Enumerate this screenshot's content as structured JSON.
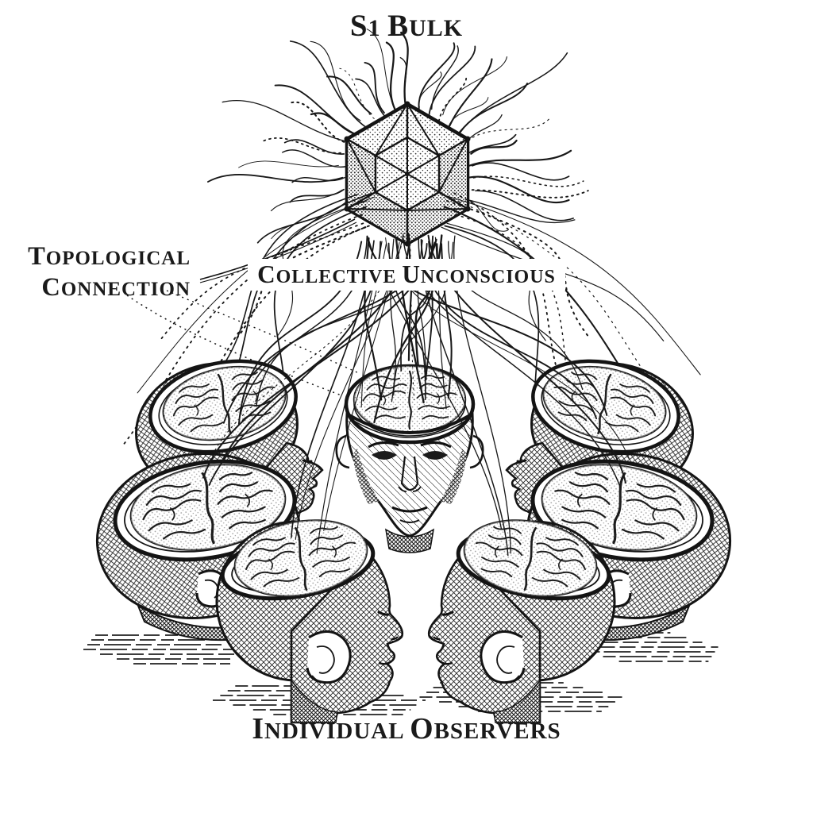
{
  "page": {
    "background": "#ffffff",
    "ink": "#161616"
  },
  "title": {
    "text": "S1 Bulk"
  },
  "labels": {
    "topological": {
      "line1": "Topological",
      "line2": "Connection"
    },
    "collective": {
      "text": "Collective Unconscious"
    },
    "individual": {
      "text": "Individual Observers"
    }
  },
  "art": {
    "bulk_symbol": "icosahedron-polyhedron",
    "connection_lines": "fiber-bundle",
    "observer_heads_count": 7
  }
}
